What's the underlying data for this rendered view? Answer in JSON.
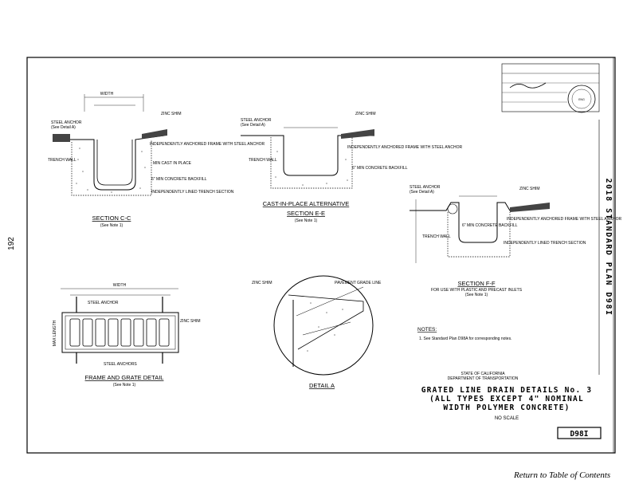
{
  "page": {
    "side_number": "192",
    "footer_link": "Return to Table of Contents"
  },
  "title_block": {
    "vertical_title": "2018 STANDARD PLAN D98I",
    "agency_line1": "STATE OF CALIFORNIA",
    "agency_line2": "DEPARTMENT OF TRANSPORTATION",
    "title_line1": "GRATED LINE DRAIN DETAILS No. 3",
    "title_line2": "(ALL TYPES EXCEPT 4\" NOMINAL",
    "title_line3": "WIDTH POLYMER CONCRETE)",
    "scale": "NO SCALE",
    "sheet": "D98I"
  },
  "notes": {
    "heading": "NOTES:",
    "items": [
      "1. See Standard Plan D98A for corresponding notes."
    ]
  },
  "sections": {
    "cc": {
      "title": "SECTION C-C",
      "ref": "(See Note 1)"
    },
    "ee": {
      "title": "SECTION E-E",
      "ref": "(See Note 1)",
      "super": "CAST-IN-PLACE ALTERNATIVE"
    },
    "ff": {
      "title": "SECTION F-F",
      "ref1": "FOR USE WITH PLASTIC AND PRECAST INLETS",
      "ref2": "(See Note 1)"
    },
    "frame": {
      "title": "FRAME AND GRATE DETAIL",
      "ref": "(See Note 1)"
    },
    "detail": {
      "title": "DETAIL A"
    }
  },
  "labels": {
    "steel_anchor": "STEEL ANCHOR",
    "see_detail_a": "(See Detail A)",
    "zinc_shim": "ZINC SHIM",
    "trench_wall": "TRENCH WALL",
    "independently_anchored": "INDEPENDENTLY ANCHORED FRAME WITH STEEL ANCHOR",
    "cast_in_place_min": "MIN CAST IN PLACE",
    "concrete_backfill": "6\" MIN CONCRETE BACKFILL",
    "sidewall_lined": "INDEPENDENTLY LINED TRENCH SECTION",
    "width_label": "WIDTH",
    "steel_anchors_bottom": "STEEL ANCHORS",
    "pavement_grade": "PAVEMENT GRADE LINE",
    "max_length": "MAX LENGTH"
  }
}
